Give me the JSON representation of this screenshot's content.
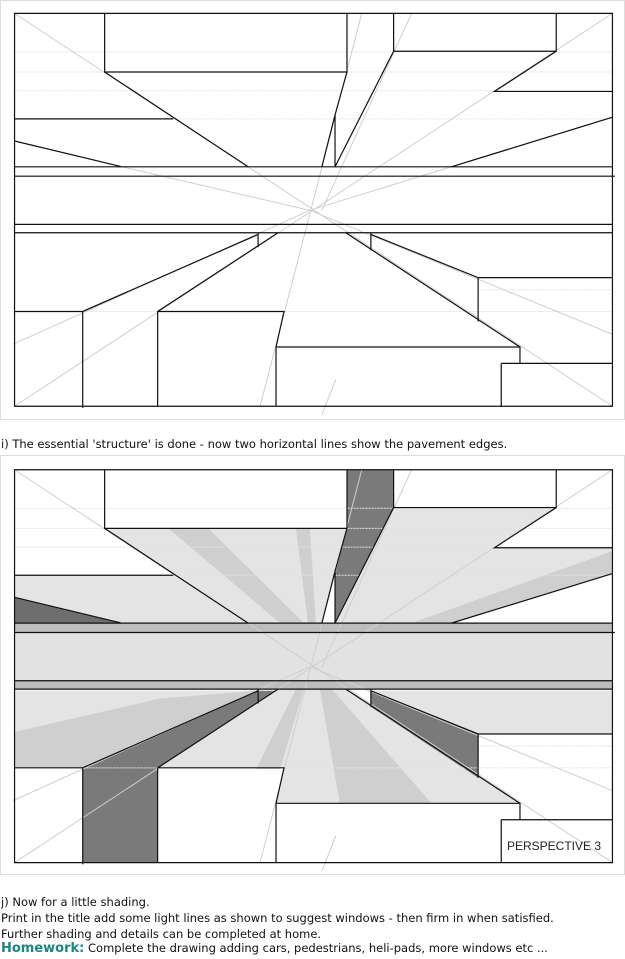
{
  "figure_i": {
    "caption": "i) The essential 'structure' is done - now two horizontal lines show the pavement edges."
  },
  "figure_j": {
    "title_label": "PERSPECTIVE 3",
    "caption_line1": "j) Now for a little shading.",
    "caption_line2": "Print in the title add some light lines as shown to suggest windows - then firm in when satisfied.",
    "caption_line3": "Further shading and details can be completed at home."
  },
  "homework": {
    "label": "Homework:",
    "text": " Complete the drawing adding cars, pedestrians, heli-pads, more windows etc ..."
  },
  "colors": {
    "homework": "#1a8585",
    "light_shade": "#e4e4e4",
    "mid_shade": "#bdbdbd",
    "dark_shade": "#7a7a7a"
  }
}
